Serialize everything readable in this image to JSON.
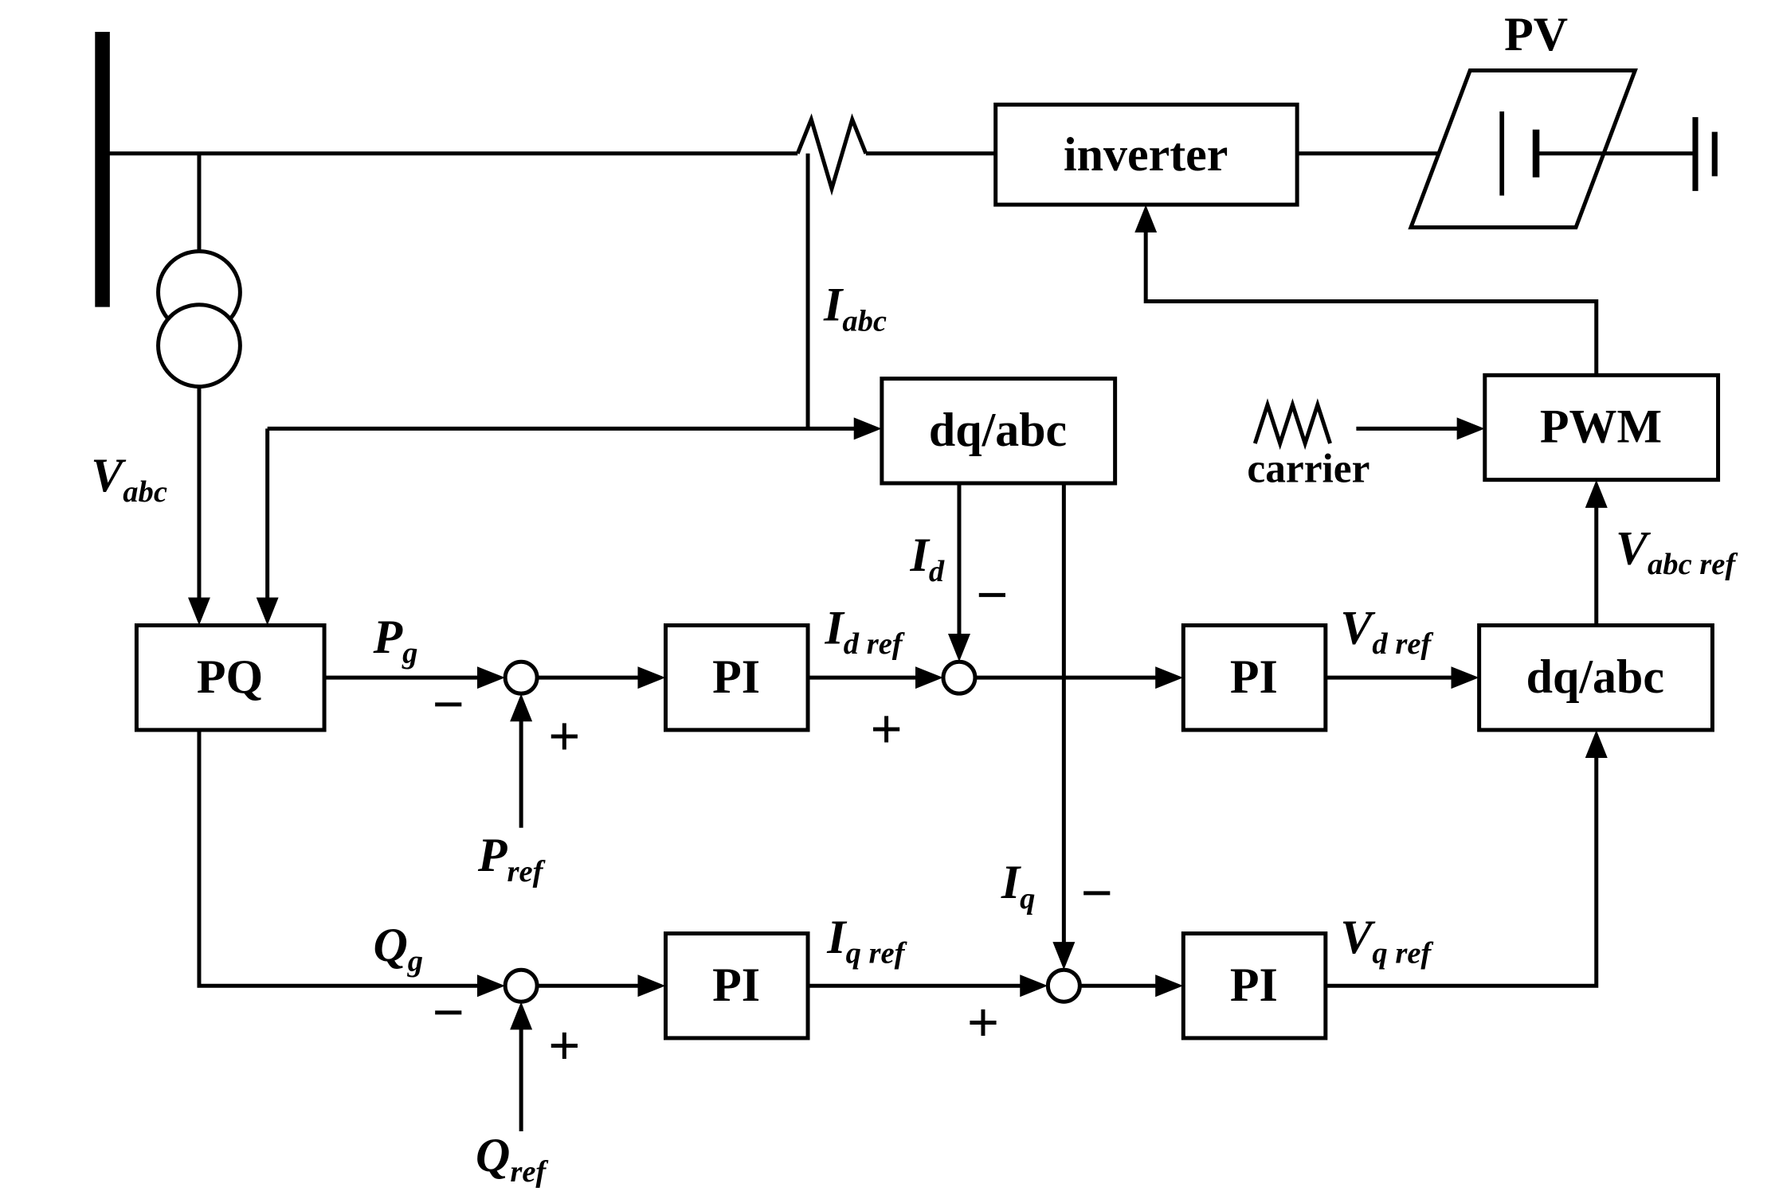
{
  "diagram": {
    "blocks": {
      "inverter": "inverter",
      "dq_abc": "dq/abc",
      "pwm": "PWM",
      "pq": "PQ",
      "pi": "PI",
      "pv": "PV",
      "carrier": "carrier"
    },
    "signals": {
      "v_abc": {
        "main": "V",
        "sub": "abc"
      },
      "i_abc": {
        "main": "I",
        "sub": "abc"
      },
      "i_d": {
        "main": "I",
        "sub": "d"
      },
      "i_q": {
        "main": "I",
        "sub": "q"
      },
      "p_g": {
        "main": "P",
        "sub": "g"
      },
      "q_g": {
        "main": "Q",
        "sub": "g"
      },
      "p_ref": {
        "main": "P",
        "sub": "ref"
      },
      "q_ref": {
        "main": "Q",
        "sub": "ref"
      },
      "i_d_ref": {
        "main": "I",
        "sub": "d ref"
      },
      "i_q_ref": {
        "main": "I",
        "sub": "q ref"
      },
      "v_d_ref": {
        "main": "V",
        "sub": "d ref"
      },
      "v_q_ref": {
        "main": "V",
        "sub": "q ref"
      },
      "v_abc_ref": {
        "main": "V",
        "sub": "abc ref"
      }
    },
    "signs": {
      "plus": "+",
      "minus": "−"
    },
    "colors": {
      "stroke": "#000000",
      "background": "#ffffff"
    }
  }
}
